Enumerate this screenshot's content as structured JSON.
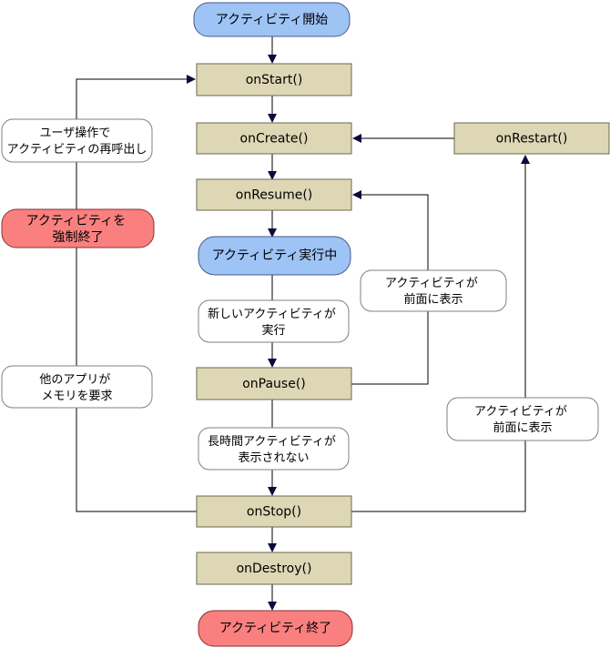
{
  "states": {
    "activity_start": "アクティビティ開始",
    "on_start": "onStart()",
    "on_create": "onCreate()",
    "on_resume": "onResume()",
    "running": "アクティビティ実行中",
    "on_pause": "onPause()",
    "on_stop": "onStop()",
    "on_destroy": "onDestroy()",
    "activity_end": "アクティビティ終了",
    "on_restart": "onRestart()",
    "force_kill": [
      "アクティビティを",
      "強制終了"
    ]
  },
  "notes": {
    "user_recall": [
      "ユーザ操作で",
      "アクティビティの再呼出し"
    ],
    "new_activity": [
      "新しいアクティビティが",
      "実行"
    ],
    "not_visible": [
      "長時間アクティビティが",
      "表示されない"
    ],
    "other_app_memory": [
      "他のアプリが",
      "メモリを要求"
    ],
    "foreground_1": [
      "アクティビティが",
      "前面に表示"
    ],
    "foreground_2": [
      "アクティビティが",
      "前面に表示"
    ]
  },
  "colors": {
    "start_fill": "#9ec3f5",
    "end_fill": "#fa8080",
    "method_fill": "#ded7b5",
    "note_fill": "#ffffff",
    "arrow": "#0a0a3c"
  }
}
